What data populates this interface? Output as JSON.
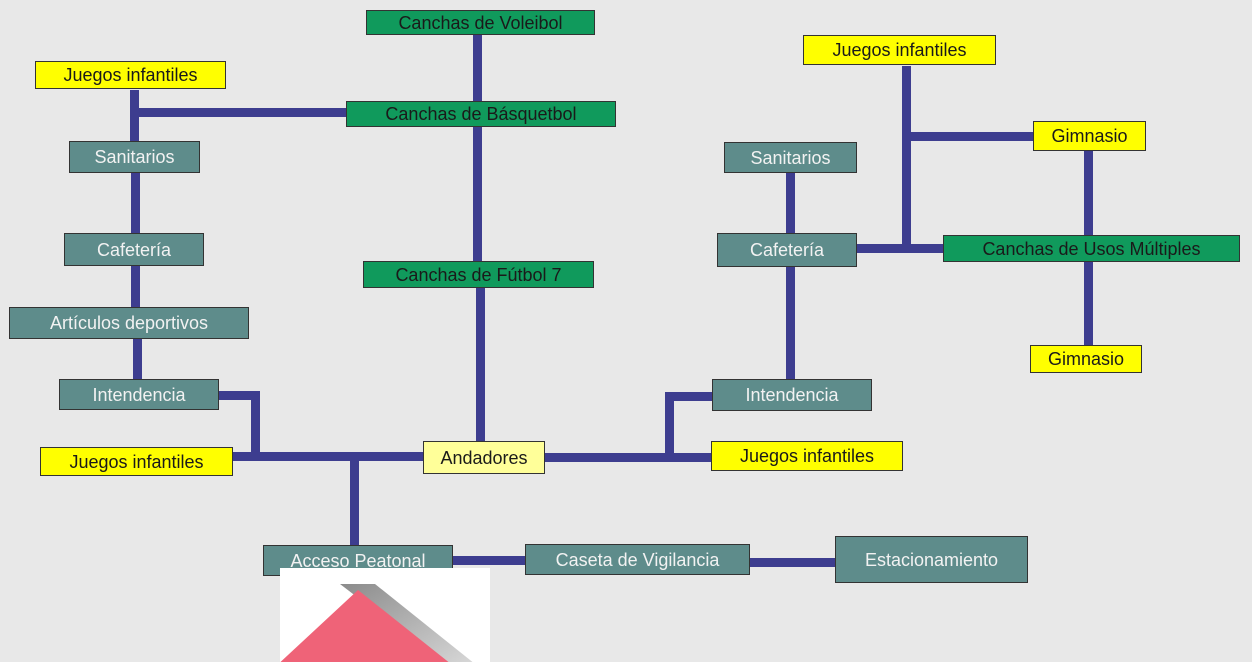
{
  "nodes": {
    "canchas_voleibol": "Canchas de Voleibol",
    "canchas_basquetbol": "Canchas de Básquetbol",
    "canchas_futbol7": "Canchas de Fútbol 7",
    "juegos_inf_left_top": "Juegos infantiles",
    "sanitarios_left": "Sanitarios",
    "cafeteria_left": "Cafetería",
    "articulos_deportivos": "Artículos deportivos",
    "intendencia_left": "Intendencia",
    "juegos_inf_left_bottom": "Juegos infantiles",
    "andadores": "Andadores",
    "acceso_peatonal": "Acceso Peatonal",
    "caseta_vigilancia": "Caseta de Vigilancia",
    "estacionamiento": "Estacionamiento",
    "juegos_inf_right_top": "Juegos infantiles",
    "gimnasio_top": "Gimnasio",
    "sanitarios_right": "Sanitarios",
    "cafeteria_right": "Cafetería",
    "canchas_usos_multiples": "Canchas de Usos Múltiples",
    "gimnasio_bottom": "Gimnasio",
    "intendencia_right": "Intendencia",
    "juegos_inf_right_bottom": "Juegos infantiles"
  },
  "colors": {
    "connector": "#3d3d8f",
    "green_box": "#109a5c",
    "teal_box": "#5e8c8b",
    "yellow_box": "#ffff00",
    "pale_yellow_box": "#ffff99",
    "background": "#e8e8e8"
  }
}
